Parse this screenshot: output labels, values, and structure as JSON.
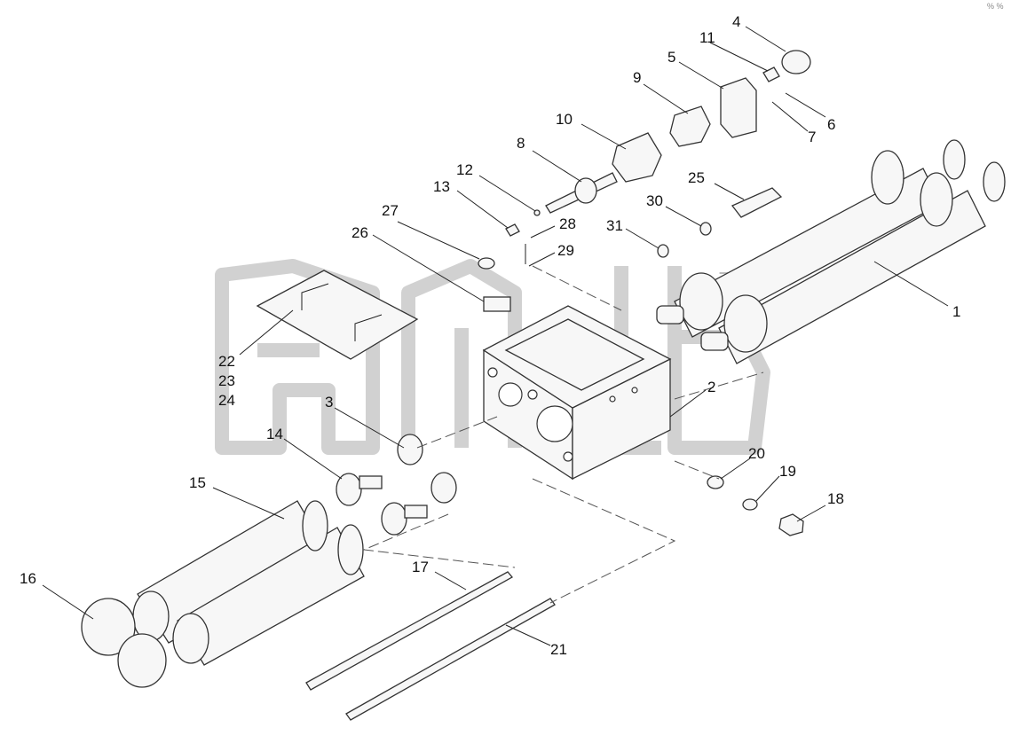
{
  "watermark": {
    "text": "Tm"
  },
  "corner_mark": "% %",
  "callouts": [
    {
      "id": "c1",
      "label": "1"
    },
    {
      "id": "c2",
      "label": "2"
    },
    {
      "id": "c3",
      "label": "3"
    },
    {
      "id": "c4",
      "label": "4"
    },
    {
      "id": "c5",
      "label": "5"
    },
    {
      "id": "c6",
      "label": "6"
    },
    {
      "id": "c7",
      "label": "7"
    },
    {
      "id": "c8",
      "label": "8"
    },
    {
      "id": "c9",
      "label": "9"
    },
    {
      "id": "c10",
      "label": "10"
    },
    {
      "id": "c11",
      "label": "11"
    },
    {
      "id": "c12",
      "label": "12"
    },
    {
      "id": "c13",
      "label": "13"
    },
    {
      "id": "c14",
      "label": "14"
    },
    {
      "id": "c15",
      "label": "15"
    },
    {
      "id": "c16",
      "label": "16"
    },
    {
      "id": "c17",
      "label": "17"
    },
    {
      "id": "c18",
      "label": "18"
    },
    {
      "id": "c19",
      "label": "19"
    },
    {
      "id": "c20",
      "label": "20"
    },
    {
      "id": "c21",
      "label": "21"
    },
    {
      "id": "c22",
      "label": "22"
    },
    {
      "id": "c23",
      "label": "23"
    },
    {
      "id": "c24",
      "label": "24"
    },
    {
      "id": "c25",
      "label": "25"
    },
    {
      "id": "c26",
      "label": "26"
    },
    {
      "id": "c27",
      "label": "27"
    },
    {
      "id": "c28",
      "label": "28"
    },
    {
      "id": "c29",
      "label": "29"
    },
    {
      "id": "c30",
      "label": "30"
    },
    {
      "id": "c31",
      "label": "31"
    }
  ]
}
